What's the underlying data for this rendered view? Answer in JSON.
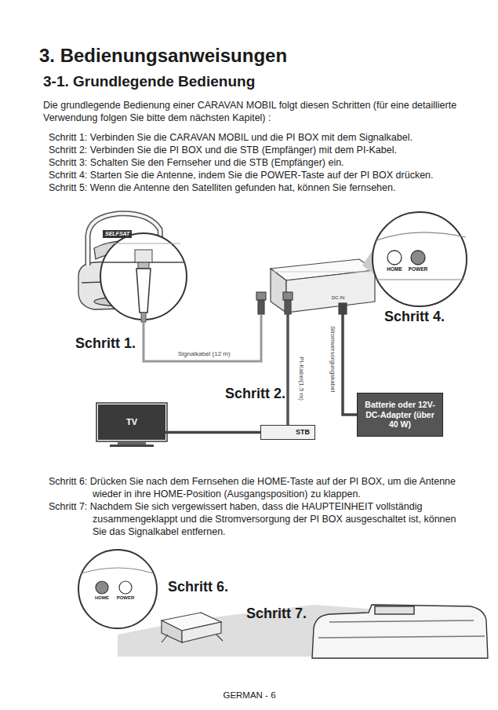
{
  "diagram": {
    "title": "3. Bedienungsanweisungen",
    "nodes": [
      {
        "text": [
          "SELFSAT"
        ]
      },
      {
        "text": [
          "DC IN"
        ]
      },
      {
        "text": [
          "TV"
        ]
      },
      {
        "text": [
          "STB"
        ]
      },
      {
        "text": [
          "Batterie oder 12V-DC-Adapter (über 40 W)"
        ]
      }
    ],
    "edges": [
      {
        "from": 0,
        "to": 1,
        "label": "Signalkabel (12 m)",
        "arrow": "none"
      },
      {
        "from": 1,
        "to": 3,
        "label": "PI-Kabel(1.5 m)",
        "arrow": "none"
      },
      {
        "from": 3,
        "to": 2,
        "arrow": "none"
      },
      {
        "from": 1,
        "to": 4,
        "label": "Stromversorgungskabel",
        "arrow": "none"
      }
    ],
    "labels": [
      "3-1. Grundlegende Bedienung",
      "Die grundlegende Bedienung einer CARAVAN MOBIL folgt diesen Schritten (für eine detaillierte Verwendung folgen Sie bitte dem nächsten Kapitel) :",
      "Schritt 1: Verbinden Sie die CARAVAN MOBIL und die PI BOX mit dem Signalkabel.",
      "Schritt 2: Verbinden Sie die PI BOX und die STB (Empfänger) mit dem PI-Kabel.",
      "Schritt 3: Schalten Sie den Fernseher und die STB (Empfänger) ein.",
      "Schritt 4: Starten Sie die Antenne, indem Sie die POWER-Taste auf der PI BOX drücken.",
      "Schritt 5: Wenn die Antenne den Satelliten gefunden hat, können Sie fernsehen.",
      "Schritt 1.",
      "Schritt 2.",
      "HOME",
      "POWER",
      "Schritt 4.",
      "Schritt 6: Drücken Sie nach dem Fernsehen die HOME-Taste auf der PI BOX, um die Antenne wieder in ihre HOME-Position (Ausgangsposition) zu klappen.",
      "Schritt 7: Nachdem Sie sich vergewissert haben, dass die HAUPTEINHEIT vollständig zusammengeklappt und die Stromversorgung der PI BOX ausgeschaltet ist, können Sie das Signalkabel entfernen.",
      "HOME",
      "POWER",
      "Schritt 6.",
      "Schritt 7.",
      "GERMAN - 6"
    ]
  }
}
